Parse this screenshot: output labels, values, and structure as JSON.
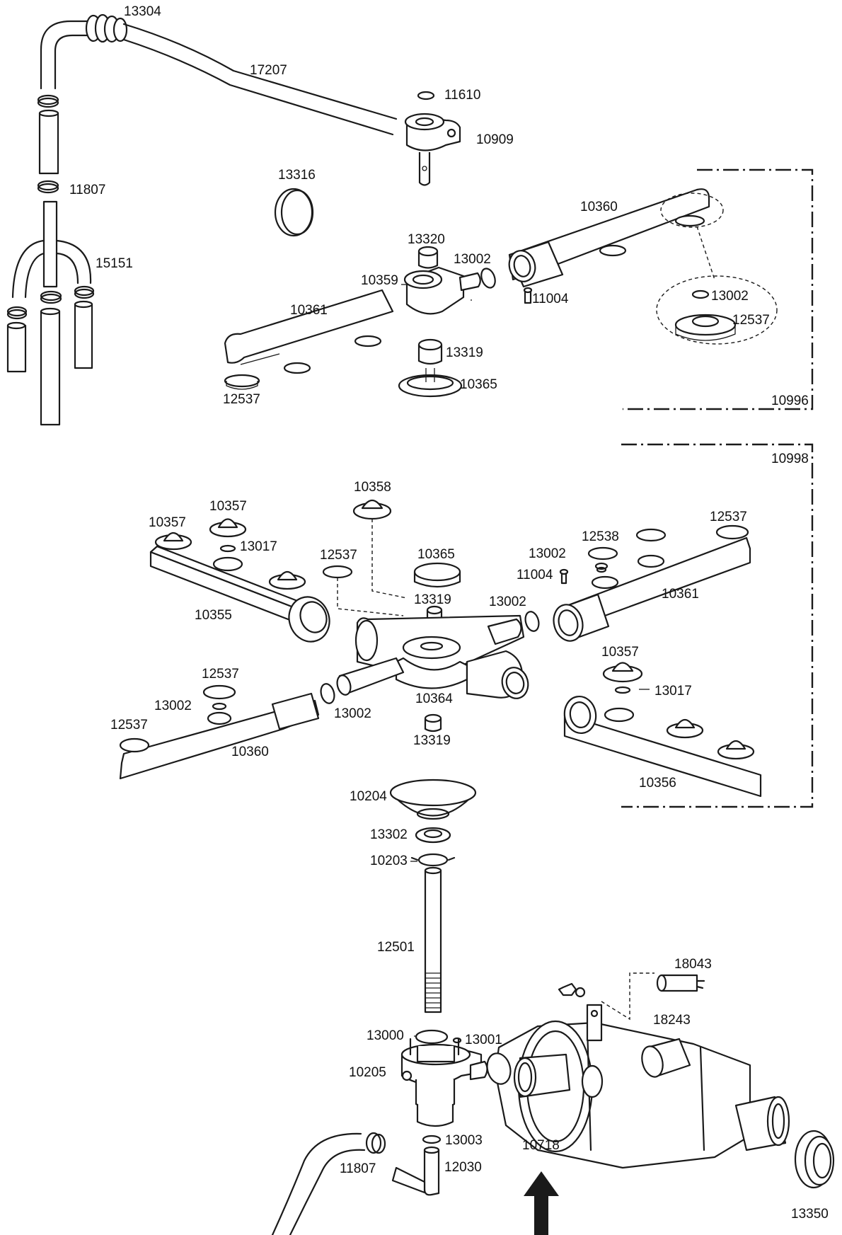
{
  "labels": {
    "l13304": "13304",
    "l17207": "17207",
    "l11610": "11610",
    "l10909": "10909",
    "l11807a": "11807",
    "l13316": "13316",
    "l15151": "15151",
    "l10360a": "10360",
    "l13320": "13320",
    "l13002a": "13002",
    "l10359": "10359",
    "l11004a": "11004",
    "l13002b": "13002",
    "l12537a": "12537",
    "l10361a": "10361",
    "l13319a": "13319",
    "l10365a": "10365",
    "l12537b": "12537",
    "l10996": "10996",
    "l10998": "10998",
    "l10358": "10358",
    "l10357a": "10357",
    "l10357b": "10357",
    "l13017a": "13017",
    "l12537c": "12537",
    "l10365b": "10365",
    "l12538": "12538",
    "l12537d": "12537",
    "l13002c": "13002",
    "l11004b": "11004",
    "l10355": "10355",
    "l13319b": "13319",
    "l13002d": "13002",
    "l10361b": "10361",
    "l10357c": "10357",
    "l12537e": "12537",
    "l13002e": "13002",
    "l13017b": "13017",
    "l12537f": "12537",
    "l10364": "10364",
    "l13002f": "13002",
    "l13319c": "13319",
    "l10360b": "10360",
    "l10356": "10356",
    "l10204": "10204",
    "l13302": "13302",
    "l10203": "10203",
    "l12501": "12501",
    "l18043": "18043",
    "l18243": "18243",
    "l13000": "13000",
    "l13001": "13001",
    "l10205": "10205",
    "l13003": "13003",
    "l11807b": "11807",
    "l12030": "12030",
    "l10718": "10718",
    "l13350": "13350"
  },
  "colors": {
    "ink": "#1a1a1a",
    "shade": "#cfcfcf",
    "background": "#ffffff"
  },
  "icons": {
    "flow_arrow": "up-arrow-icon"
  }
}
